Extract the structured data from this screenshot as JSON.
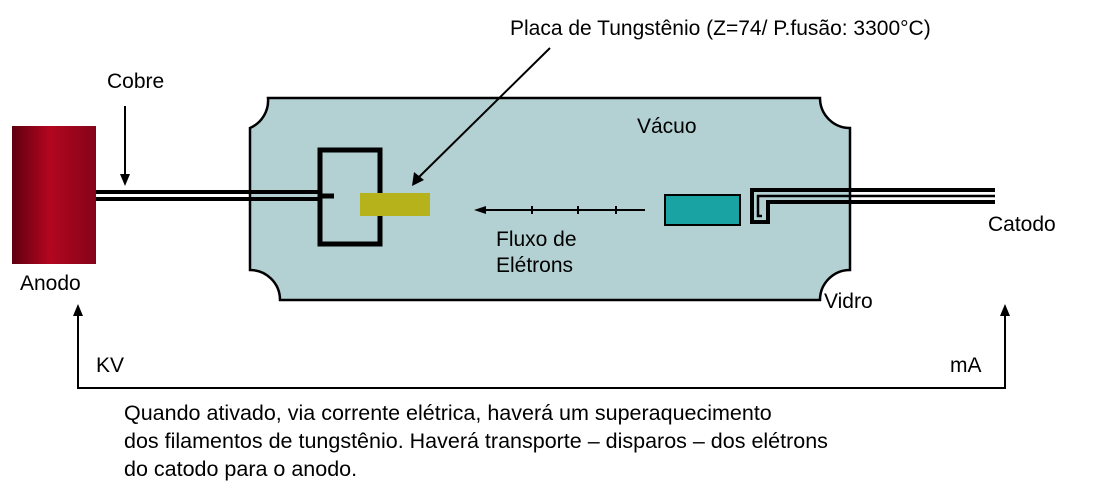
{
  "labels": {
    "tungsten_plate": "Placa de Tungstênio (Z=74/ P.fusão: 3300°C)",
    "copper": "Cobre",
    "vacuum": "Vácuo",
    "electron_flow_line1": "Fluxo de",
    "electron_flow_line2": "Elétrons",
    "cathode": "Catodo",
    "anode": "Anodo",
    "glass": "Vidro",
    "kv": "KV",
    "ma": "mA"
  },
  "caption": {
    "line1": "Quando ativado, via corrente elétrica, haverá um superaquecimento",
    "line2": "dos filamentos de tungstênio. Haverá transporte – disparos – dos elétrons",
    "line3": "do catodo para o anodo."
  },
  "colors": {
    "anode_red": "#a0061d",
    "glass_body": "#b3d1d3",
    "tungsten_plate": "#b5b21c",
    "filament": "#1aa3a3",
    "outline": "#000000"
  }
}
